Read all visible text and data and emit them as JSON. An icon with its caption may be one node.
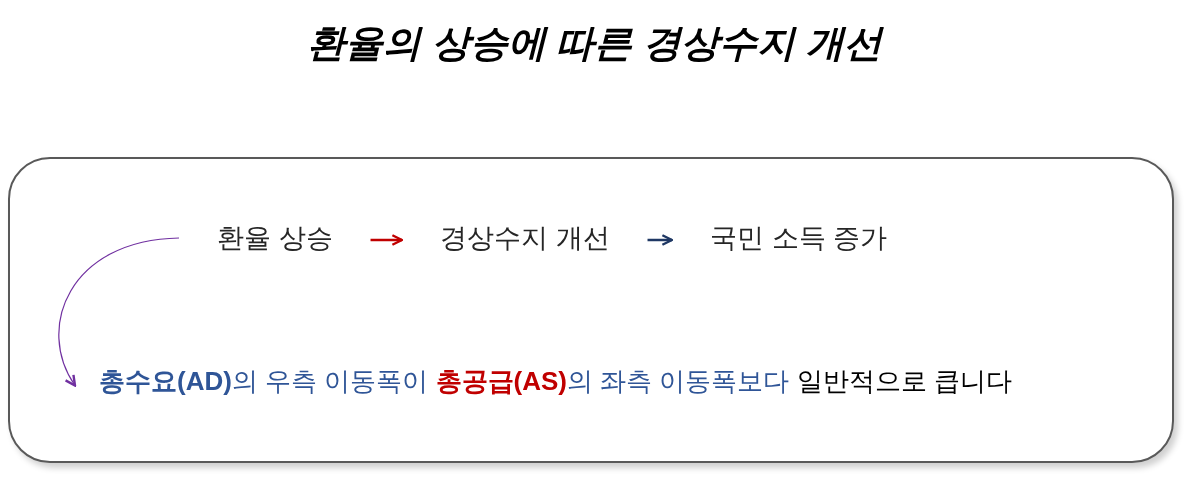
{
  "diagram": {
    "title": "환율의 상승에 따른 경상수지 개선",
    "nodes": [
      {
        "text": [],
        "shape": "box"
      },
      {
        "text": [
          "환율 상승"
        ],
        "in": 0
      },
      {
        "text": [
          "경상수지 개선"
        ],
        "in": 0
      },
      {
        "text": [
          "국민 소득 증가"
        ],
        "in": 0
      },
      {
        "text": [
          "**총수요(AD)**의 우측 이동폭이",
          "**총공급(AS)**의 좌측 이동폭보다",
          "일반적으로 큽니다"
        ],
        "in": 0
      }
    ],
    "edges": [
      {
        "from": 1,
        "to": 2,
        "arrow": "to",
        "color": "#c00000"
      },
      {
        "from": 2,
        "to": 3,
        "arrow": "to",
        "color": "#1f3864"
      },
      {
        "from": 1,
        "to": 4,
        "arrow": "to",
        "color": "#7030a0"
      }
    ]
  }
}
